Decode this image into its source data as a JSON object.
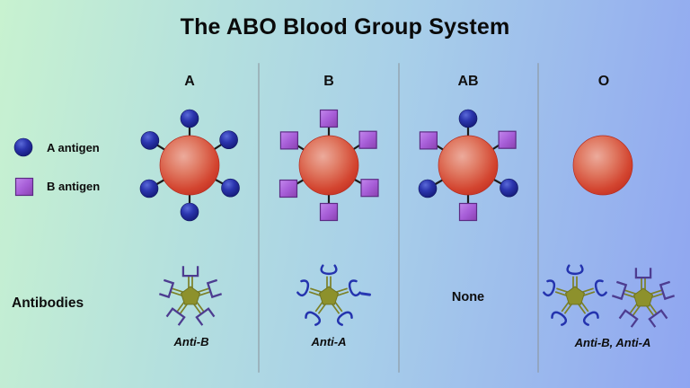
{
  "title": "The ABO Blood Group System",
  "legend": {
    "a_antigen": {
      "label": "A antigen",
      "icon": "a-antigen-icon",
      "color": "#2b35ae"
    },
    "b_antigen": {
      "label": "B antigen",
      "icon": "b-antigen-icon",
      "color": "#a75ed8"
    }
  },
  "antibodies_label": "Antibodies",
  "columns": [
    {
      "header": "A",
      "antigens": [
        "A",
        "A",
        "A",
        "A",
        "A",
        "A"
      ],
      "antibodies": [
        "Anti-B"
      ],
      "antibody_label": "Anti-B"
    },
    {
      "header": "B",
      "antigens": [
        "B",
        "B",
        "B",
        "B",
        "B",
        "B"
      ],
      "antibodies": [
        "Anti-A"
      ],
      "antibody_label": "Anti-A"
    },
    {
      "header": "AB",
      "antigens": [
        "A",
        "B",
        "A",
        "B",
        "A",
        "B"
      ],
      "antibodies": [],
      "antibody_label": "None"
    },
    {
      "header": "O",
      "antigens": [],
      "antibodies": [
        "Anti-A",
        "Anti-B"
      ],
      "antibody_label": "Anti-B, Anti-A"
    }
  ],
  "colors": {
    "background_left": "#c8f2d0",
    "background_right": "#8fa5f1",
    "red_cell": "#d34530",
    "a_antigen_blue": "#2b35ae",
    "b_antigen_purple": "#a75ed8",
    "antibody_body_olive": "#8d912c",
    "anti_a_tip_blue": "#2433ae",
    "anti_b_tip_purple": "#4d3c90",
    "title_text": "#0a0a0a",
    "divider_gray": "#98a2a8"
  }
}
